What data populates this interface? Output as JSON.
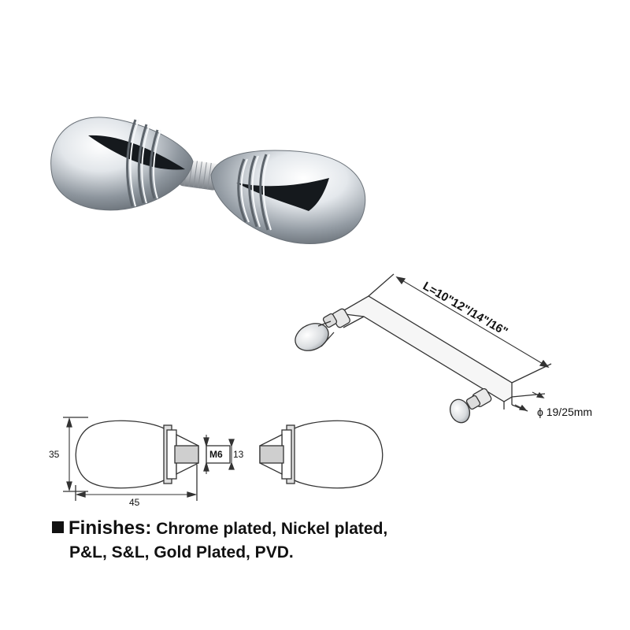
{
  "dimensions": {
    "length": "L=10\"12\"/14\"/16\"",
    "diameter": "ϕ 19/25mm",
    "height": "35",
    "width": "45",
    "thread": "M6",
    "neck": "13"
  },
  "finishes": {
    "heading": "Finishes:",
    "line1": " Chrome plated, Nickel plated,",
    "line2": "P&L, S&L, Gold Plated, PVD."
  }
}
